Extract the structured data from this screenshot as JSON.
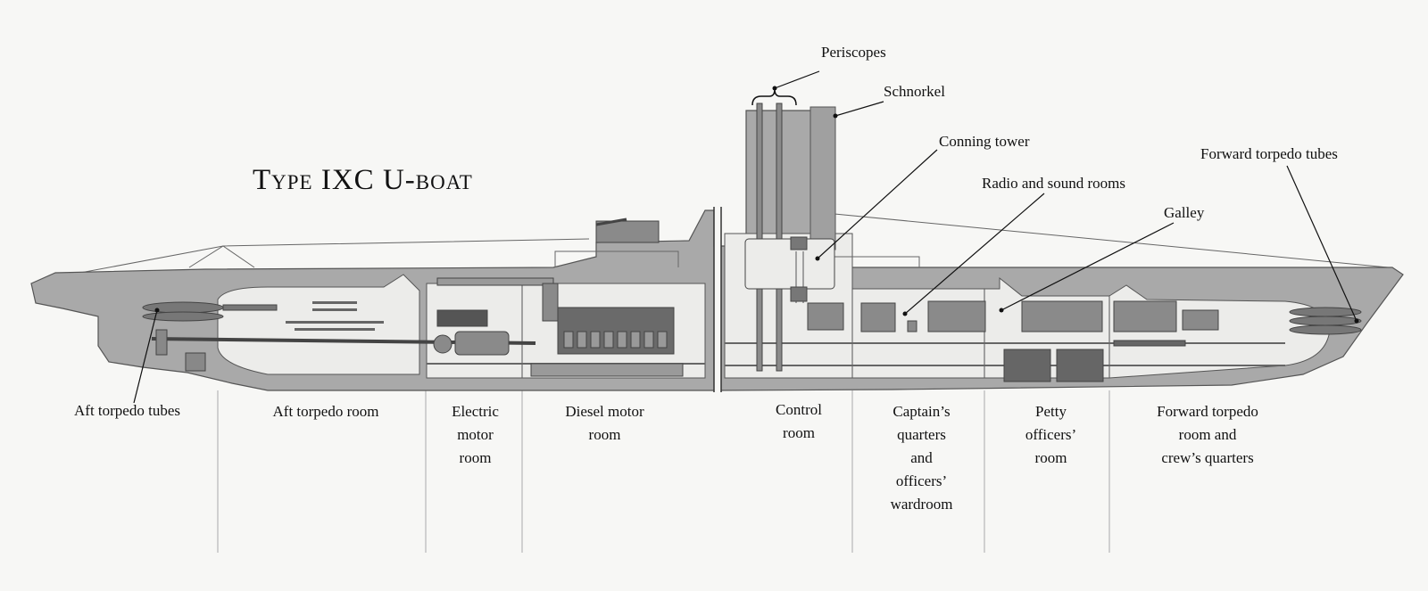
{
  "title": "Type IXC U-boat",
  "callouts": {
    "periscopes": "Periscopes",
    "schnorkel": "Schnorkel",
    "conning_tower": "Conning tower",
    "radio_sound": "Radio and sound rooms",
    "galley": "Galley",
    "forward_tubes": "Forward torpedo tubes",
    "aft_tubes": "Aft torpedo tubes"
  },
  "rooms": {
    "aft_torpedo_room": [
      "Aft torpedo room"
    ],
    "electric_motor_room": [
      "Electric",
      "motor",
      "room"
    ],
    "diesel_motor_room": [
      "Diesel motor",
      "room"
    ],
    "control_room": [
      "Control",
      "room"
    ],
    "captains_quarters": [
      "Captain’s",
      "quarters",
      "and",
      "officers’",
      "wardroom"
    ],
    "petty_officers_room": [
      "Petty",
      "officers’",
      "room"
    ],
    "forward_torpedo_room": [
      "Forward torpedo",
      "room and",
      "crew’s quarters"
    ]
  },
  "colors": {
    "hull": "#a9a9a9",
    "hull_dark": "#7e7e7e",
    "interior": "#ececea",
    "line": "#222222"
  }
}
